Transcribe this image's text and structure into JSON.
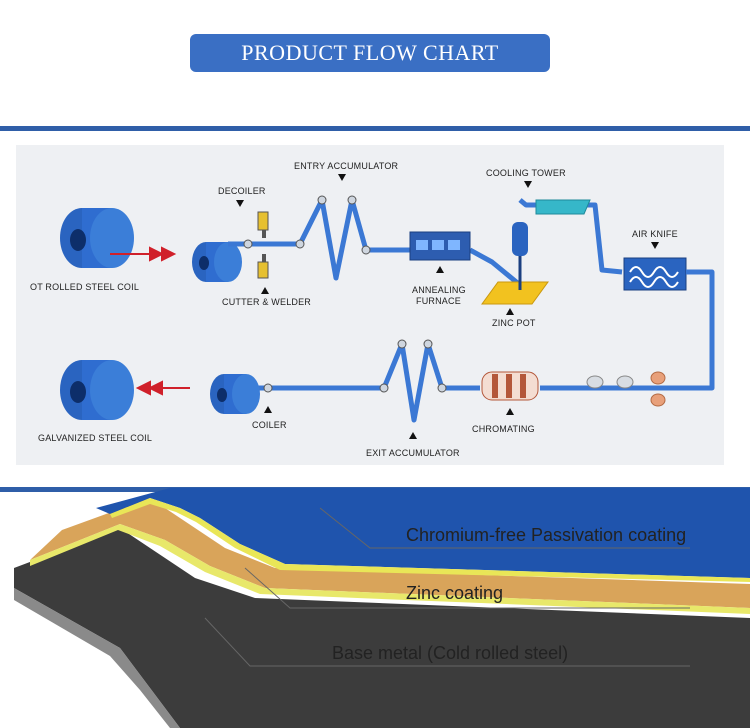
{
  "header": {
    "title": "PRODUCT FLOW CHART"
  },
  "flow": {
    "labels": {
      "hot_rolled_coil": "OT ROLLED STEEL COIL",
      "decoiler": "DECOILER",
      "cutter_welder": "CUTTER & WELDER",
      "entry_accumulator": "ENTRY ACCUMULATOR",
      "annealing_furnace_line1": "ANNEALING",
      "annealing_furnace_line2": "FURNACE",
      "zinc_pot": "ZINC POT",
      "cooling_tower": "COOLING TOWER",
      "air_knife": "AIR KNIFE",
      "chromating": "CHROMATING",
      "exit_accumulator": "EXIT ACCUMULATOR",
      "coiler": "COILER",
      "galvanized_coil": "GALVANIZED STEEL COIL"
    },
    "colors": {
      "steel": "#2a64c0",
      "strip": "#3b78d4",
      "arrow_red": "#d0202a",
      "zinc": "#f2c21f",
      "cooling": "#36b7c9"
    }
  },
  "layers": {
    "passivation": "Chromium-free Passivation coating",
    "zinc": "Zinc coating",
    "base": "Base metal (Cold rolled steel)"
  }
}
